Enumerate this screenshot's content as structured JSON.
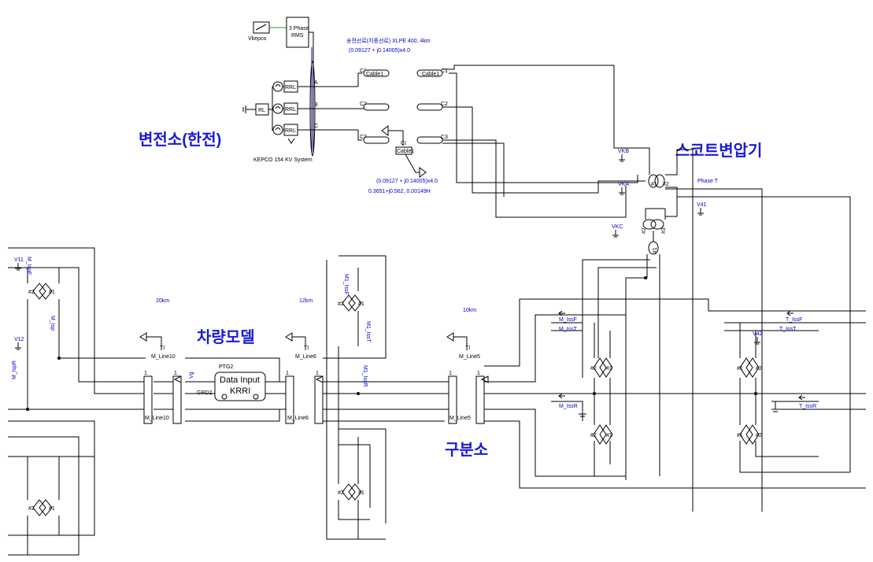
{
  "labels": {
    "substation": "변전소(한전)",
    "scott_transformer": "스코트변압기",
    "vehicle_model": "차량모델",
    "section_post": "구분소"
  },
  "source": {
    "meter_label": "Vkepco",
    "rms_block": "3 Phase\nRMS",
    "rms_line1": "3 Phase",
    "rms_line2": "RMS",
    "system_label": "KEPCO 154 KV System",
    "rl": "RL",
    "rrl": "RRL",
    "phases": [
      "A",
      "B",
      "C"
    ]
  },
  "cable": {
    "spec_title": "송전선로(지중선로) XLPE 400, 4km",
    "spec_impedance": "(0.09127 + j0.14005)x4.0",
    "cable_label": "Cable1",
    "cable_short": "Cable1",
    "ci_label": "CI",
    "node_c1": "C1",
    "node_c2": "C2",
    "node_c3": "C3",
    "note_1": "(0.09127 + j0.14005)x4.0",
    "note_2": "0.3651+j0.562,  0.00149H"
  },
  "transformer": {
    "winding_1": "#1",
    "winding_2": "#2",
    "winding_3": "#3",
    "phase_t": "Phase T",
    "vkb": "VKB",
    "vka": "VKA",
    "vkc": "VKC",
    "v41": "V41",
    "v42": "V42"
  },
  "line": {
    "dist_1": "20km",
    "dist_2": "12km",
    "dist_3": "10km",
    "ti": "TI",
    "m_line10": "M_Line10",
    "m_line6": "M_Line6",
    "m_line5": "M_Line5",
    "m_line_bottom_1": "M_Line10",
    "m_line_bottom_2": "M_Line6",
    "m_line_bottom_3": "M_Line5",
    "v11": "V11",
    "v12": "V12",
    "vg": "Vg",
    "node_1": "1",
    "winding_1": "#1",
    "winding_2": "#2"
  },
  "vehicle": {
    "ptg2": "PTG2",
    "grd2": "GRD2",
    "data_input": "Data Input",
    "krri": "KRRI"
  },
  "measure": {
    "m_issf": "M_IssF",
    "m_isst": "M_IssT",
    "m_issr": "M_IssR",
    "t_issf": "T_IssF",
    "t_isst": "T_IssT",
    "t_issr": "T_IssR",
    "m1_issf": "M1_IssF",
    "m1_isst": "M1_IssT",
    "m1_issr": "M1_IssR",
    "m_ispf": "M_IspF",
    "m_isp": "M_Isp",
    "m_ispr": "M_IspR"
  },
  "colors": {
    "wire": "#000000",
    "label_blue": "#1a1ad6",
    "small_blue": "#0000cc",
    "signal_green": "#3a8c3a"
  }
}
